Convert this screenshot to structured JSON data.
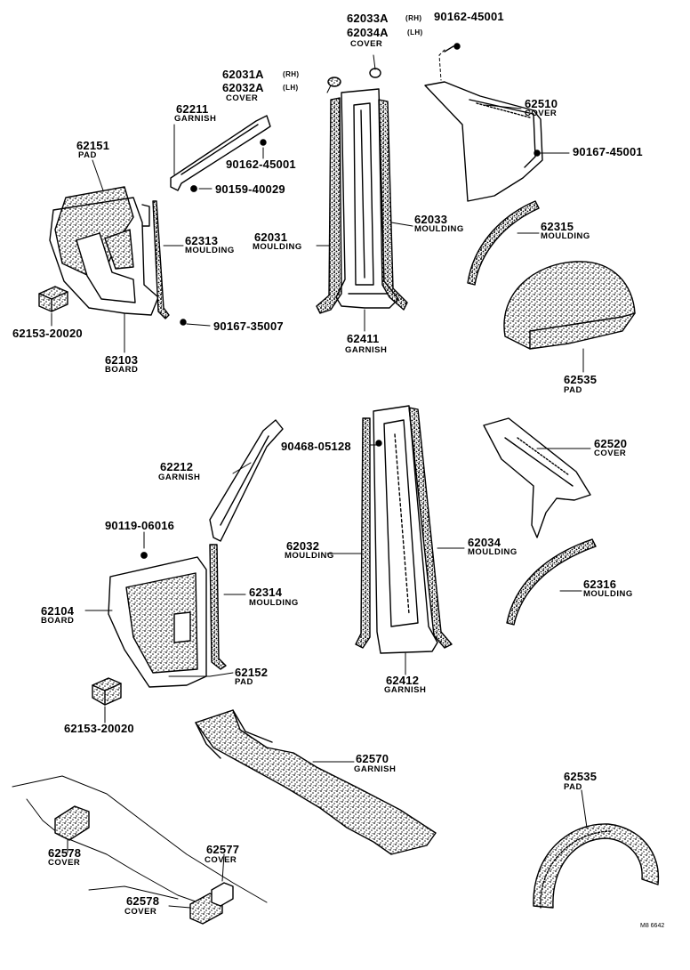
{
  "drawing_ref": "M8 6642",
  "labels": {
    "l62033A": "62033A",
    "l62033A_side": "(RH)",
    "l62034A": "62034A",
    "l62034A_side": "(LH)",
    "l62034A_cap": "COVER",
    "l90162a": "90162-45001",
    "l62031A": "62031A",
    "l62031A_side": "(RH)",
    "l62032A": "62032A",
    "l62032A_side": "(LH)",
    "l62032A_cap": "COVER",
    "l62211": "62211",
    "l62211_cap": "GARNISH",
    "l62510": "62510",
    "l62510_cap": "COVER",
    "l90167a": "90167-45001",
    "l62151": "62151",
    "l62151_cap": "PAD",
    "l90162b": "90162-45001",
    "l90159": "90159-40029",
    "l62033": "62033",
    "l62033_cap": "MOULDING",
    "l62315": "62315",
    "l62315_cap": "MOULDING",
    "l62313": "62313",
    "l62313_cap": "MOULDING",
    "l62031": "62031",
    "l62031_cap": "MOULDING",
    "l90167b": "90167-35007",
    "l62153a": "62153-20020",
    "l62411": "62411",
    "l62411_cap": "GARNISH",
    "l62103": "62103",
    "l62103_cap": "BOARD",
    "l62535a": "62535",
    "l62535a_cap": "PAD",
    "l90468": "90468-05128",
    "l62520": "62520",
    "l62520_cap": "COVER",
    "l62212": "62212",
    "l62212_cap": "GARNISH",
    "l90119": "90119-06016",
    "l62032": "62032",
    "l62032_cap": "MOULDING",
    "l62034": "62034",
    "l62034_cap": "MOULDING",
    "l62314": "62314",
    "l62314_cap": "MOULDING",
    "l62104": "62104",
    "l62104_cap": "BOARD",
    "l62316": "62316",
    "l62316_cap": "MOULDING",
    "l62152": "62152",
    "l62152_cap": "PAD",
    "l62412": "62412",
    "l62412_cap": "GARNISH",
    "l62153b": "62153-20020",
    "l62570": "62570",
    "l62570_cap": "GARNISH",
    "l62535b": "62535",
    "l62535b_cap": "PAD",
    "l62577": "62577",
    "l62577_cap": "COVER",
    "l62578a": "62578",
    "l62578a_cap": "COVER",
    "l62578b": "62578",
    "l62578b_cap": "COVER"
  }
}
